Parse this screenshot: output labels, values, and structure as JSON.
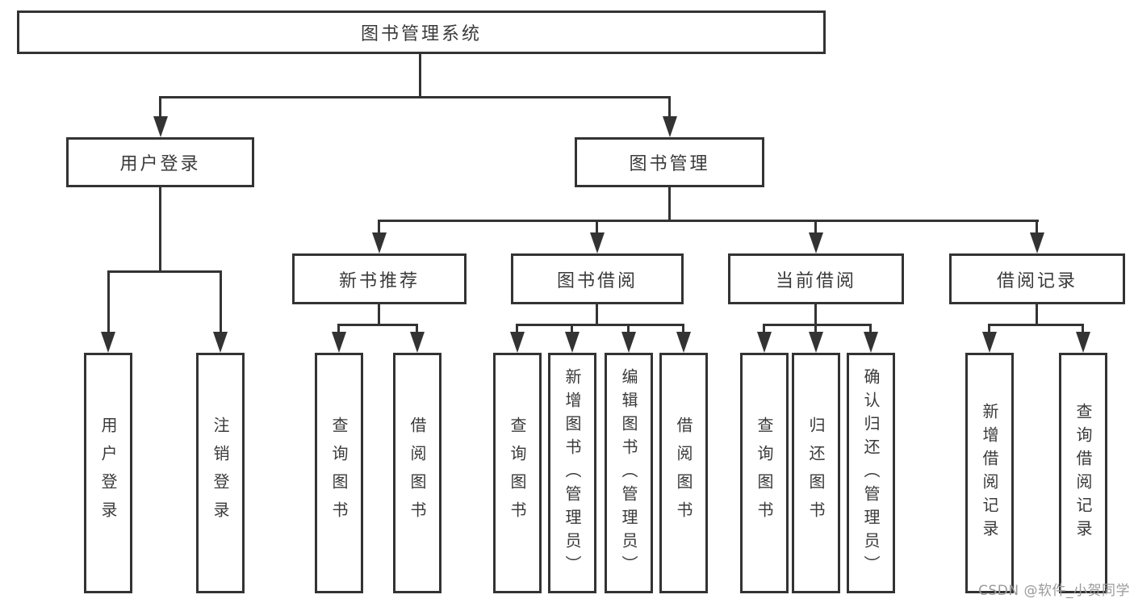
{
  "title": "图书管理系统",
  "colors": {
    "line": "#333333",
    "box_border": "#333333",
    "box_fill": "#ffffff",
    "text": "#3a3a3a",
    "background": "#ffffff",
    "watermark": "#9a9a9a"
  },
  "watermark": {
    "text": "CSDN @软件_小贺同学"
  },
  "tree": {
    "root": {
      "label": "图书管理系统"
    },
    "branches": [
      {
        "label": "用户登录",
        "children": [
          {
            "label": "用户登录"
          },
          {
            "label": "注销登录"
          }
        ]
      },
      {
        "label": "图书管理",
        "children": [
          {
            "label": "新书推荐",
            "children": [
              {
                "label": "查询图书"
              },
              {
                "label": "借阅图书"
              }
            ]
          },
          {
            "label": "图书借阅",
            "children": [
              {
                "label": "查询图书"
              },
              {
                "label": "新增图书（管理员）"
              },
              {
                "label": "编辑图书（管理员）"
              },
              {
                "label": "借阅图书"
              }
            ]
          },
          {
            "label": "当前借阅",
            "children": [
              {
                "label": "查询图书"
              },
              {
                "label": "归还图书"
              },
              {
                "label": "确认归还（管理员）"
              }
            ]
          },
          {
            "label": "借阅记录",
            "children": [
              {
                "label": "新增借阅记录"
              },
              {
                "label": "查询借阅记录"
              }
            ]
          }
        ]
      }
    ]
  }
}
